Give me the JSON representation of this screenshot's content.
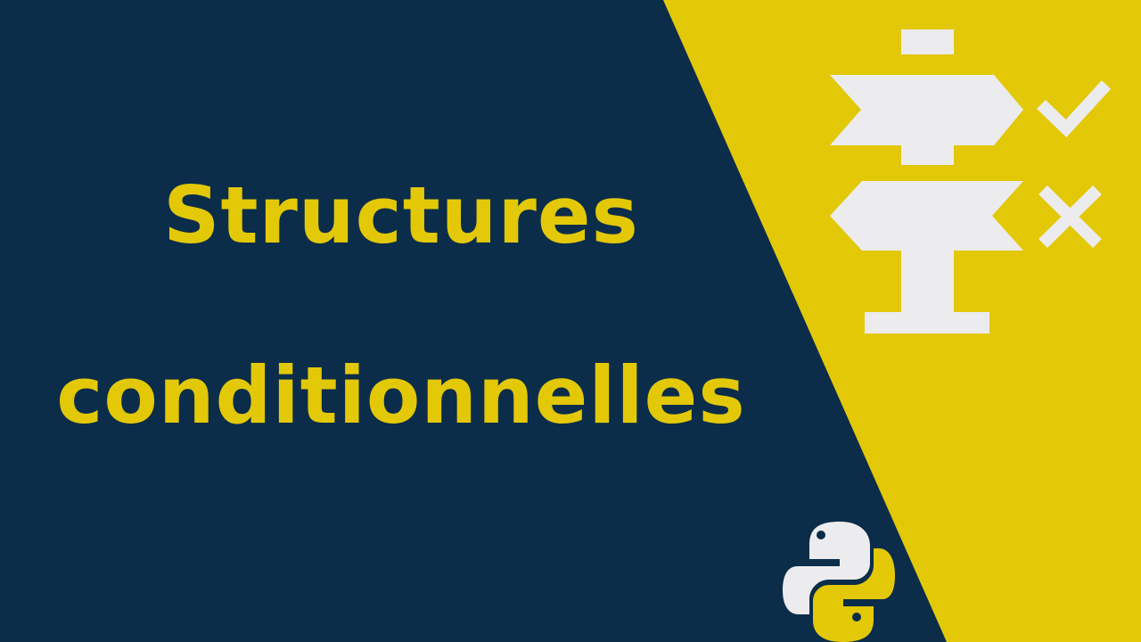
{
  "title": {
    "line1": "Structures",
    "line2": "conditionnelles"
  },
  "colors": {
    "background": "#0b2d4a",
    "accent": "#e3c808",
    "icon": "#ececee",
    "python_blue": "#0b2d4a",
    "python_yellow": "#e3c808"
  },
  "icons": {
    "signpost": "signpost-icon",
    "check": "check-icon",
    "cross": "cross-icon",
    "python_logo": "python-logo"
  }
}
